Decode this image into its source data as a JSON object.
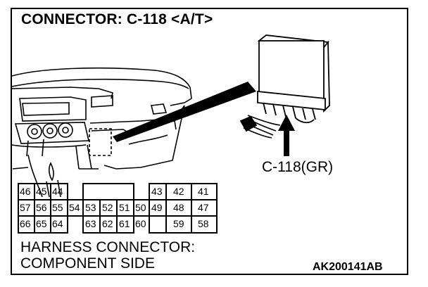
{
  "title": "CONNECTOR: C-118 <A/T>",
  "connector_label": "C-118(GR)",
  "caption_line1": "HARNESS CONNECTOR:",
  "caption_line2": "COMPONENT SIDE",
  "figure_code": "AK200141AB",
  "pins": {
    "row1": [
      "46",
      "45",
      "44",
      "43",
      "42",
      "41"
    ],
    "row2": [
      "57",
      "56",
      "55",
      "54",
      "53",
      "52",
      "51",
      "50",
      "49",
      "48",
      "47"
    ],
    "row3": [
      "66",
      "65",
      "64",
      "63",
      "62",
      "61",
      "60",
      "59",
      "58"
    ]
  }
}
